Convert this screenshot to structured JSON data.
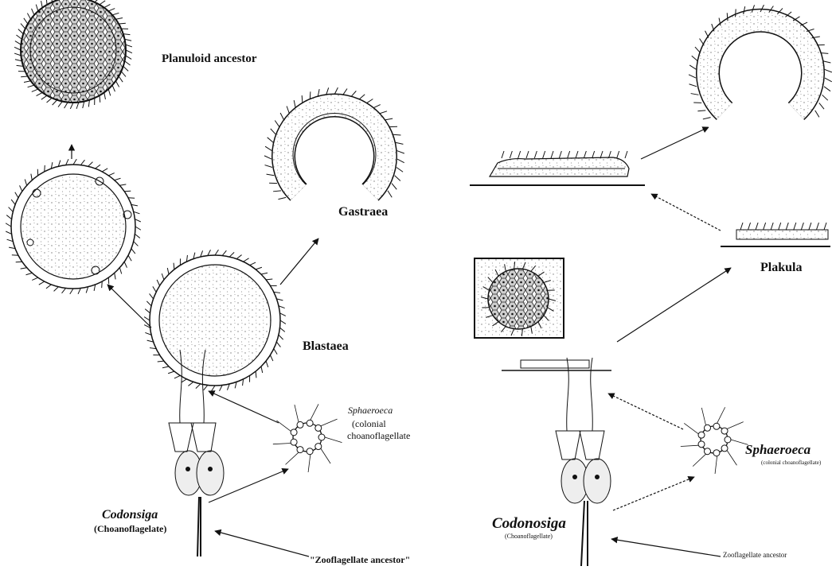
{
  "left": {
    "planuloid": "Planuloid ancestor",
    "gastraea": "Gastraea",
    "blastaea": "Blastaea",
    "sphaeroeca_name": "Sphaeroeca",
    "sphaeroeca_desc1": "(colonial",
    "sphaeroeca_desc2": "choanoflagellate",
    "codonsiga_name": "Codonsiga",
    "codonsiga_desc": "(Choanoflagelate)",
    "ancestor": "\"Zooflagellate ancestor\""
  },
  "right": {
    "plakula": "Plakula",
    "sphaeroeca_name": "Sphaeroeca",
    "sphaeroeca_desc": "(colonial choanoflagellate)",
    "codonosiga_name": "Codonosiga",
    "codonosiga_desc": "(Choanoflagellate)",
    "ancestor": "Zooflagellate ancestor"
  },
  "colors": {
    "ink": "#111111",
    "stipple": "#d4d4d4",
    "paper": "#ffffff"
  }
}
